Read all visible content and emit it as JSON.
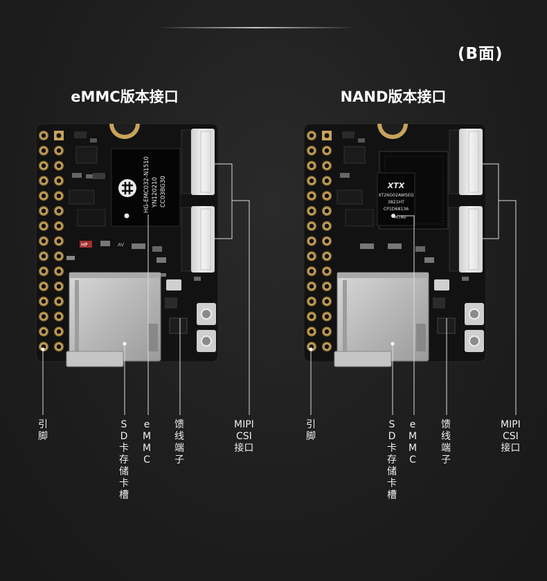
{
  "header": {
    "side_label": "(B面)"
  },
  "boards": [
    {
      "title": "eMMC版本接口",
      "chip_text": [
        "HG-EMC032-N1510",
        "YN120210",
        "CC03BG30"
      ],
      "chip_logo": "hg-logo"
    },
    {
      "title": "NAND版本接口",
      "chip_text": [
        "XTX",
        "XT26G02AWSEG",
        "3821HT",
        "CP1D68136",
        "M7A0"
      ],
      "chip_logo": "xtx-logo"
    }
  ],
  "silkscreen": {
    "hp": "HP",
    "av": "AV"
  },
  "callouts": {
    "emmc": {
      "pins": "引\n脚",
      "sd_slot": "S\nD\n卡\n存\n储\n卡\n槽",
      "storage": "e\nM\nM\nC",
      "feed": "馈\n线\n端\n子",
      "mipi": "MIPI\nCSI\n接口"
    },
    "nand": {
      "pins": "引\n脚",
      "sd_slot": "S\nD\n卡\n存\n储\n卡\n槽",
      "storage": "e\nM\nM\nC",
      "feed": "馈\n线\n端\n子",
      "mipi": "MIPI\nCSI\n接口"
    }
  },
  "colors": {
    "background": "#1e1e1e",
    "pcb": "#121212",
    "gold": "#c9a35a",
    "connector": "#e6e6e6",
    "sd_metal": "#bdbdbd",
    "leader": "#dddddd"
  }
}
